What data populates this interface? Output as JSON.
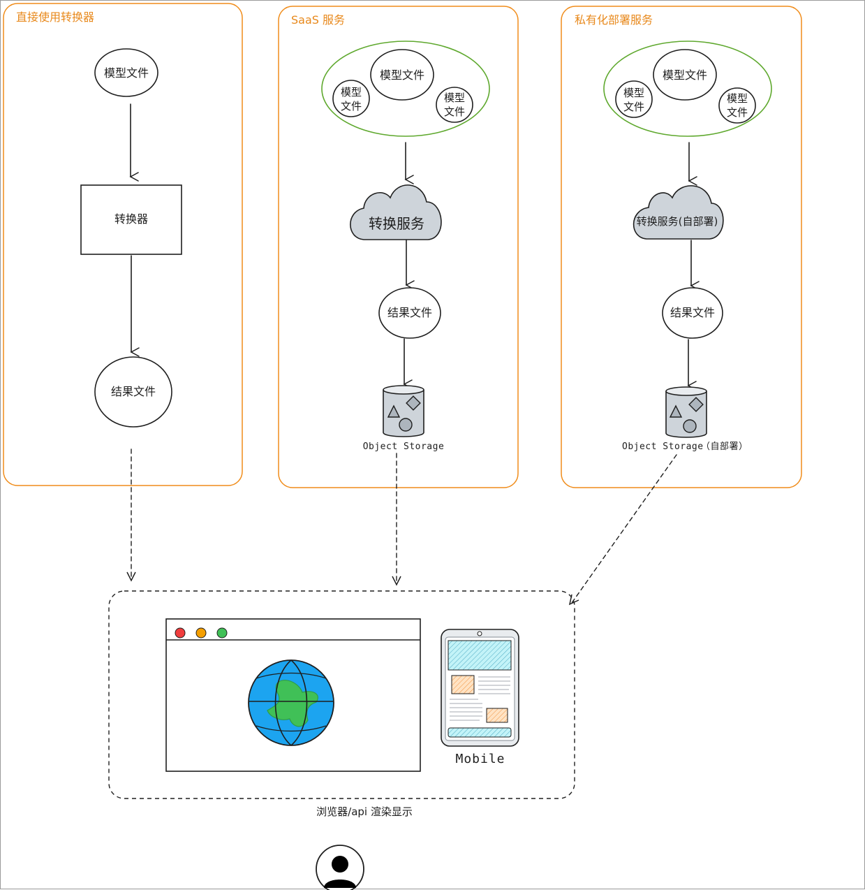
{
  "groups": {
    "direct": {
      "title": "直接使用转换器",
      "model_file": "模型文件",
      "converter": "转换器",
      "result_file": "结果文件"
    },
    "saas": {
      "title": "SaaS 服务",
      "model_file_main": "模型文件",
      "model_file_left_l1": "模型",
      "model_file_left_l2": "文件",
      "model_file_right_l1": "模型",
      "model_file_right_l2": "文件",
      "service": "转换服务",
      "result_file": "结果文件",
      "storage": "Object Storage"
    },
    "private": {
      "title": "私有化部署服务",
      "model_file_main": "模型文件",
      "model_file_left_l1": "模型",
      "model_file_left_l2": "文件",
      "model_file_right_l1": "模型",
      "model_file_right_l2": "文件",
      "service": "转换服务(自部署)",
      "result_file": "结果文件",
      "storage": "Object Storage",
      "storage_suffix": "（自部署）"
    }
  },
  "render": {
    "caption": "浏览器/api 渲染显示",
    "mobile_label": "Mobile"
  },
  "colors": {
    "group_border": "#f08c1a",
    "group_title": "#e8891c",
    "model_ring": "#5ea82d",
    "cloud_fill": "#ced4da",
    "storage_fill": "#ced4da",
    "globe_ocean": "#1ca4f0",
    "globe_land": "#40c057",
    "dot_red": "#f03e3e",
    "dot_yellow": "#f59f00",
    "dot_green": "#40c057",
    "mobile_hatch_blue": "#99e9f2",
    "mobile_hatch_orange": "#ffc078"
  },
  "icons": [
    "arrow-icon",
    "cloud-icon",
    "storage-icon",
    "globe-icon",
    "mobile-icon",
    "user-icon"
  ]
}
